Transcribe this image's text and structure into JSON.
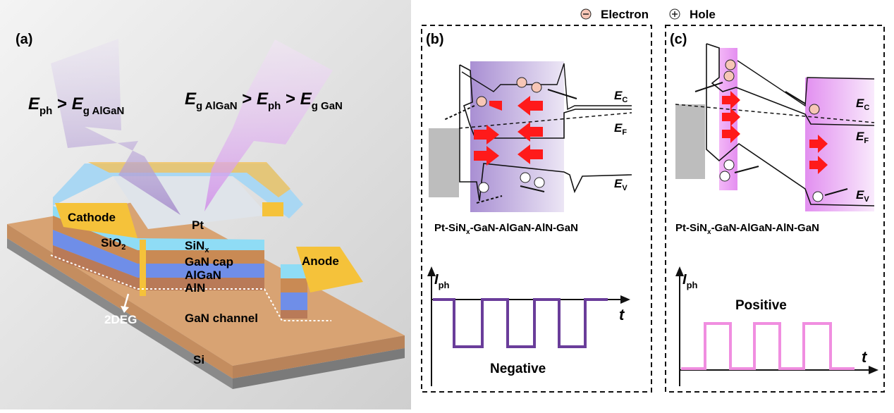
{
  "legend": {
    "electron": "Electron",
    "hole": "Hole"
  },
  "panel_a": {
    "label": "(a)",
    "eq1": {
      "e": "E",
      "ph": "ph",
      "gt": " > ",
      "e2": "E",
      "sub2": "g AlGaN"
    },
    "eq2": {
      "e": "E",
      "sub1": "g AlGaN",
      "gt1": " > ",
      "e2": "E",
      "ph": "ph",
      "gt2": " > ",
      "e3": "E",
      "sub3": "g GaN"
    },
    "layers": {
      "cathode": "Cathode",
      "sio2": "SiO",
      "sio2_sub": "2",
      "pt": "Pt",
      "sinx": "SiN",
      "sinx_sub": "x",
      "gan_cap": "GaN cap",
      "algan": "AlGaN",
      "aln": "AlN",
      "anode": "Anode",
      "twodeg": "2DEG",
      "gan_channel": "GaN channel",
      "si": "Si"
    }
  },
  "panel_b": {
    "label": "(b)",
    "ec": "E",
    "ec_sub": "C",
    "ef": "E",
    "ef_sub": "F",
    "ev": "E",
    "ev_sub": "V",
    "stack": "Pt-SiN",
    "stack_sub": "x",
    "stack_rest": "-GaN-AlGaN-AlN-GaN",
    "iph": "I",
    "iph_sub": "ph",
    "t": "t",
    "result": "Negative"
  },
  "panel_c": {
    "label": "(c)",
    "ec": "E",
    "ec_sub": "C",
    "ef": "E",
    "ef_sub": "F",
    "ev": "E",
    "ev_sub": "V",
    "stack": "Pt-SiN",
    "stack_sub": "x",
    "stack_rest": "-GaN-AlGaN-AlN-GaN",
    "iph": "I",
    "iph_sub": "ph",
    "t": "t",
    "result": "Positive"
  },
  "colors": {
    "negative_trace": "#6a3d9a",
    "positive_trace": "#f08ee0",
    "arrow_red": "#ff1a1a",
    "cathode_gold": "#f5c23a",
    "sinx_cyan": "#8fdcf5",
    "algan_blue": "#6f8ee8",
    "substrate_tan": "#d8a373"
  }
}
